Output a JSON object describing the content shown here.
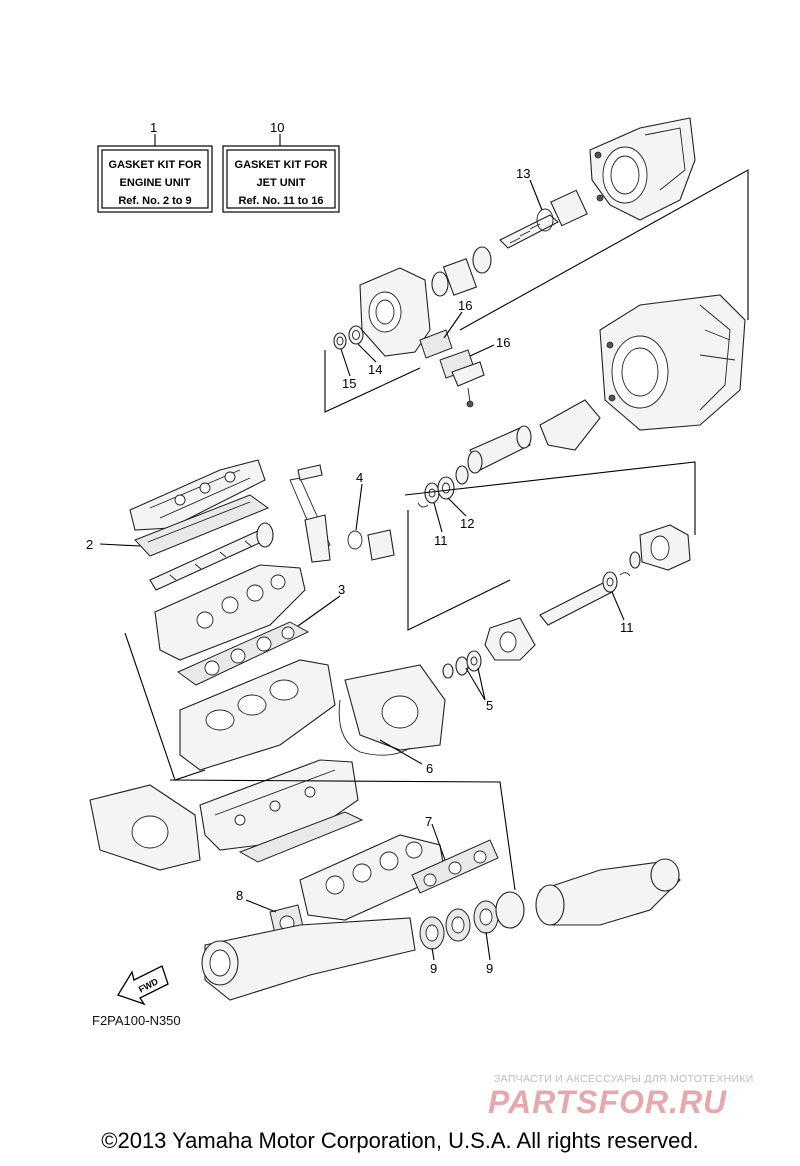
{
  "kits": [
    {
      "number": "1",
      "lines": [
        "GASKET KIT FOR",
        "ENGINE UNIT",
        "Ref. No. 2 to 9"
      ]
    },
    {
      "number": "10",
      "lines": [
        "GASKET KIT FOR",
        "JET UNIT",
        "Ref. No. 11 to 16"
      ]
    }
  ],
  "callouts": {
    "c2": "2",
    "c3": "3",
    "c4": "4",
    "c5": "5",
    "c6": "6",
    "c7": "7",
    "c8": "8",
    "c9a": "9",
    "c9b": "9",
    "c11a": "11",
    "c11b": "11",
    "c12": "12",
    "c13": "13",
    "c14": "14",
    "c15": "15",
    "c16a": "16",
    "c16b": "16"
  },
  "fwd_label": "FWD",
  "reference_code": "F2PA100-N350",
  "watermark": {
    "subtitle": "ЗАПЧАСТИ И АКСЕССУАРЫ ДЛЯ МОТОТЕХНИКИ",
    "logo": "PARTSFOR.RU"
  },
  "copyright": "©2013 Yamaha Motor Corporation, U.S.A. All rights reserved."
}
